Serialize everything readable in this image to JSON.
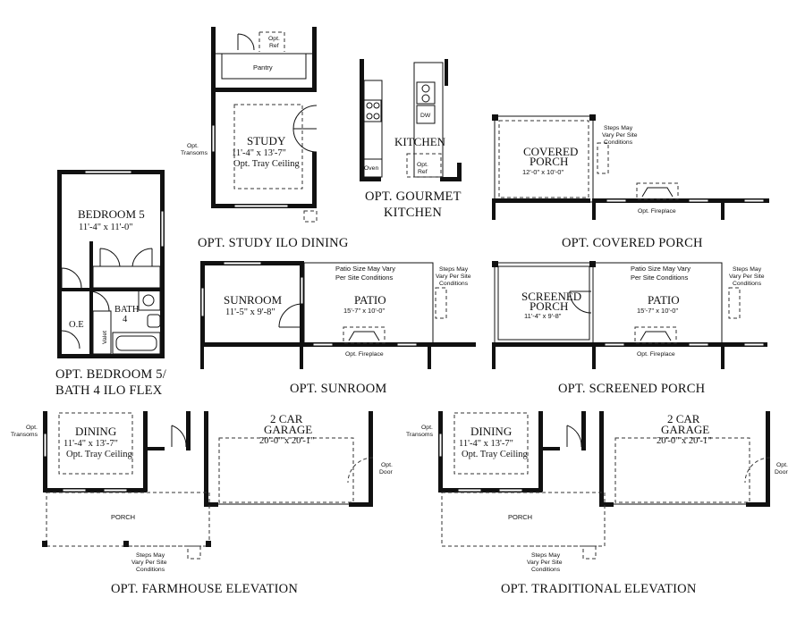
{
  "captions": {
    "study": "OPT. STUDY ILO DINING",
    "gourmet_1": "OPT. GOURMET",
    "gourmet_2": "KITCHEN",
    "covered_porch": "OPT. COVERED PORCH",
    "bedroom_1": "OPT. BEDROOM 5/",
    "bedroom_2": "BATH 4 ILO FLEX",
    "sunroom": "OPT. SUNROOM",
    "screened": "OPT. SCREENED PORCH",
    "farmhouse": "OPT. FARMHOUSE ELEVATION",
    "traditional": "OPT. TRADITIONAL ELEVATION"
  },
  "study_plan": {
    "opt_ref_1": "Opt.",
    "opt_ref_2": "Ref",
    "pantry": "Pantry",
    "room": "STUDY",
    "dims": "11'-4\" x 13'-7\"",
    "tray": "Opt. Tray Ceiling",
    "transoms_1": "Opt.",
    "transoms_2": "Transoms"
  },
  "kitchen_plan": {
    "room": "KITCHEN",
    "dw": "DW",
    "oven": "Oven",
    "opt_ref_1": "Opt.",
    "opt_ref_2": "Ref"
  },
  "covered_plan": {
    "room_1": "COVERED",
    "room_2": "PORCH",
    "dims": "12'-0\" x 10'-0\"",
    "steps_1": "Steps May",
    "steps_2": "Vary Per Site",
    "steps_3": "Conditions",
    "fireplace": "Opt. Fireplace"
  },
  "bedroom_plan": {
    "room": "BEDROOM 5",
    "dims": "11'-4\" x 11'-0\"",
    "bath_1": "BATH",
    "bath_2": "4",
    "oe": "O.E",
    "valet": "Valet"
  },
  "sunroom_plan": {
    "room": "SUNROOM",
    "dims": "11'-5\" x 9'-8\"",
    "patio": "PATIO",
    "patio_dims": "15'-7\" x 10'-0\"",
    "patio_note_1": "Patio Size May Vary",
    "patio_note_2": "Per Site Conditions",
    "steps_1": "Steps May",
    "steps_2": "Vary Per Site",
    "steps_3": "Conditions",
    "fireplace": "Opt. Fireplace"
  },
  "screened_plan": {
    "room_1": "SCREENED",
    "room_2": "PORCH",
    "dims": "11'-4\" x 9'-8\"",
    "patio": "PATIO",
    "patio_dims": "15'-7\" x 10'-0\"",
    "patio_note_1": "Patio Size May Vary",
    "patio_note_2": "Per Site Conditions",
    "steps_1": "Steps May",
    "steps_2": "Vary Per Site",
    "steps_3": "Conditions",
    "fireplace": "Opt. Fireplace"
  },
  "farmhouse_plan": {
    "transoms_1": "Opt.",
    "transoms_2": "Transoms",
    "dining": "DINING",
    "dining_dims": "11'-4\" x 13'-7\"",
    "tray": "Opt. Tray Ceiling",
    "garage_1": "2 CAR",
    "garage_2": "GARAGE",
    "garage_dims": "20'-0\" x 20'-1\"",
    "door_1": "Opt.",
    "door_2": "Door",
    "porch": "PORCH",
    "steps_1": "Steps May",
    "steps_2": "Vary Per Site",
    "steps_3": "Conditions"
  },
  "traditional_plan": {
    "transoms_1": "Opt.",
    "transoms_2": "Transoms",
    "dining": "DINING",
    "dining_dims": "11'-4\" x 13'-7\"",
    "tray": "Opt. Tray Ceiling",
    "garage_1": "2 CAR",
    "garage_2": "GARAGE",
    "garage_dims": "20'-0\" x 20'-1\"",
    "door_1": "Opt.",
    "door_2": "Door",
    "porch": "PORCH",
    "steps_1": "Steps May",
    "steps_2": "Vary Per Site",
    "steps_3": "Conditions"
  }
}
